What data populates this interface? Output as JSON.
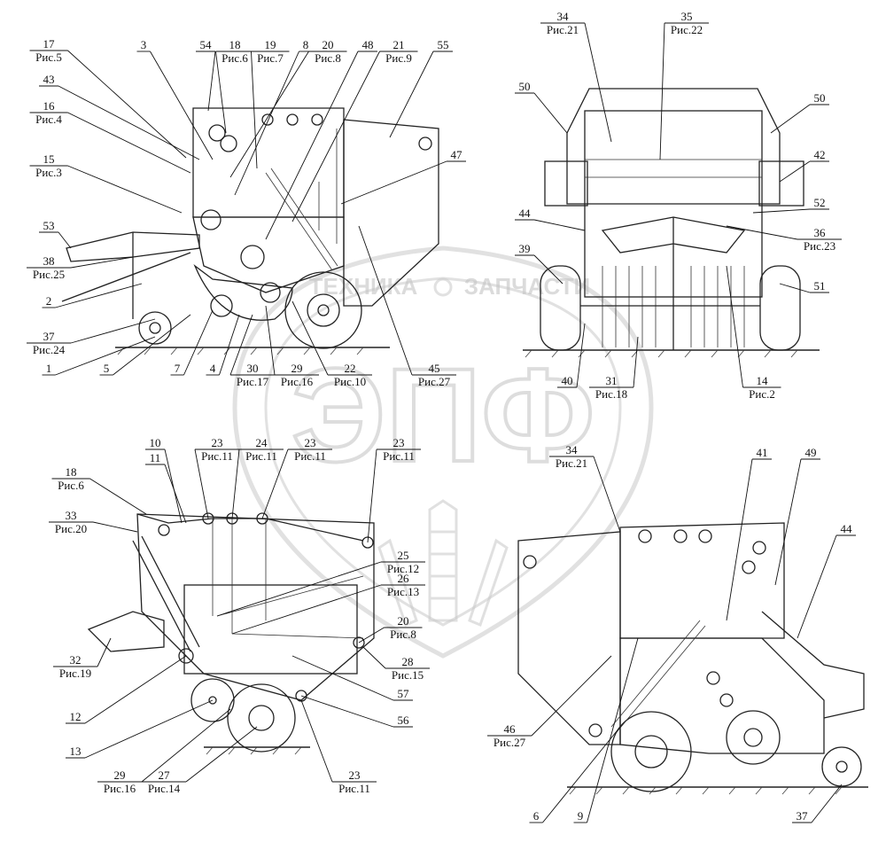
{
  "watermark": {
    "brand_left": "ТЕХНИКА",
    "brand_right": "ЗАПЧАСТИ",
    "monogram": "ЭПФ"
  },
  "views": {
    "side_left": {
      "callouts": [
        {
          "num": "17",
          "ref": "Рис.5"
        },
        {
          "num": "43",
          "ref": ""
        },
        {
          "num": "16",
          "ref": "Рис.4"
        },
        {
          "num": "15",
          "ref": "Рис.3"
        },
        {
          "num": "53",
          "ref": ""
        },
        {
          "num": "38",
          "ref": "Рис.25"
        },
        {
          "num": "2",
          "ref": ""
        },
        {
          "num": "37",
          "ref": "Рис.24"
        },
        {
          "num": "1",
          "ref": ""
        },
        {
          "num": "5",
          "ref": ""
        },
        {
          "num": "7",
          "ref": ""
        },
        {
          "num": "4",
          "ref": ""
        },
        {
          "num": "30",
          "ref": "Рис.17"
        },
        {
          "num": "29",
          "ref": "Рис.16"
        },
        {
          "num": "22",
          "ref": "Рис.10"
        },
        {
          "num": "45",
          "ref": "Рис.27"
        },
        {
          "num": "3",
          "ref": ""
        },
        {
          "num": "54",
          "ref": ""
        },
        {
          "num": "18",
          "ref": "Рис.6"
        },
        {
          "num": "19",
          "ref": "Рис.7"
        },
        {
          "num": "8",
          "ref": ""
        },
        {
          "num": "20",
          "ref": "Рис.8"
        },
        {
          "num": "48",
          "ref": ""
        },
        {
          "num": "21",
          "ref": "Рис.9"
        },
        {
          "num": "55",
          "ref": ""
        },
        {
          "num": "47",
          "ref": ""
        }
      ]
    },
    "rear": {
      "callouts": [
        {
          "num": "34",
          "ref": "Рис.21"
        },
        {
          "num": "35",
          "ref": "Рис.22"
        },
        {
          "num": "50",
          "ref": ""
        },
        {
          "num": "50",
          "ref": ""
        },
        {
          "num": "42",
          "ref": ""
        },
        {
          "num": "52",
          "ref": ""
        },
        {
          "num": "36",
          "ref": "Рис.23"
        },
        {
          "num": "51",
          "ref": ""
        },
        {
          "num": "44",
          "ref": ""
        },
        {
          "num": "39",
          "ref": ""
        },
        {
          "num": "40",
          "ref": ""
        },
        {
          "num": "31",
          "ref": "Рис.18"
        },
        {
          "num": "14",
          "ref": "Рис.2"
        }
      ]
    },
    "side_section": {
      "callouts": [
        {
          "num": "18",
          "ref": "Рис.6"
        },
        {
          "num": "33",
          "ref": "Рис.20"
        },
        {
          "num": "10",
          "ref": ""
        },
        {
          "num": "11",
          "ref": ""
        },
        {
          "num": "23",
          "ref": "Рис.11"
        },
        {
          "num": "24",
          "ref": "Рис.11"
        },
        {
          "num": "23",
          "ref": "Рис.11"
        },
        {
          "num": "23",
          "ref": "Рис.11"
        },
        {
          "num": "25",
          "ref": "Рис.12"
        },
        {
          "num": "26",
          "ref": "Рис.13"
        },
        {
          "num": "20",
          "ref": "Рис.8"
        },
        {
          "num": "28",
          "ref": "Рис.15"
        },
        {
          "num": "57",
          "ref": ""
        },
        {
          "num": "56",
          "ref": ""
        },
        {
          "num": "23",
          "ref": "Рис.11"
        },
        {
          "num": "32",
          "ref": "Рис.19"
        },
        {
          "num": "12",
          "ref": ""
        },
        {
          "num": "13",
          "ref": ""
        },
        {
          "num": "29",
          "ref": "Рис.16"
        },
        {
          "num": "27",
          "ref": "Рис.14"
        }
      ]
    },
    "side_right": {
      "callouts": [
        {
          "num": "34",
          "ref": "Рис.21"
        },
        {
          "num": "41",
          "ref": ""
        },
        {
          "num": "49",
          "ref": ""
        },
        {
          "num": "44",
          "ref": ""
        },
        {
          "num": "46",
          "ref": "Рис.27"
        },
        {
          "num": "6",
          "ref": ""
        },
        {
          "num": "9",
          "ref": ""
        },
        {
          "num": "37",
          "ref": ""
        }
      ]
    }
  }
}
